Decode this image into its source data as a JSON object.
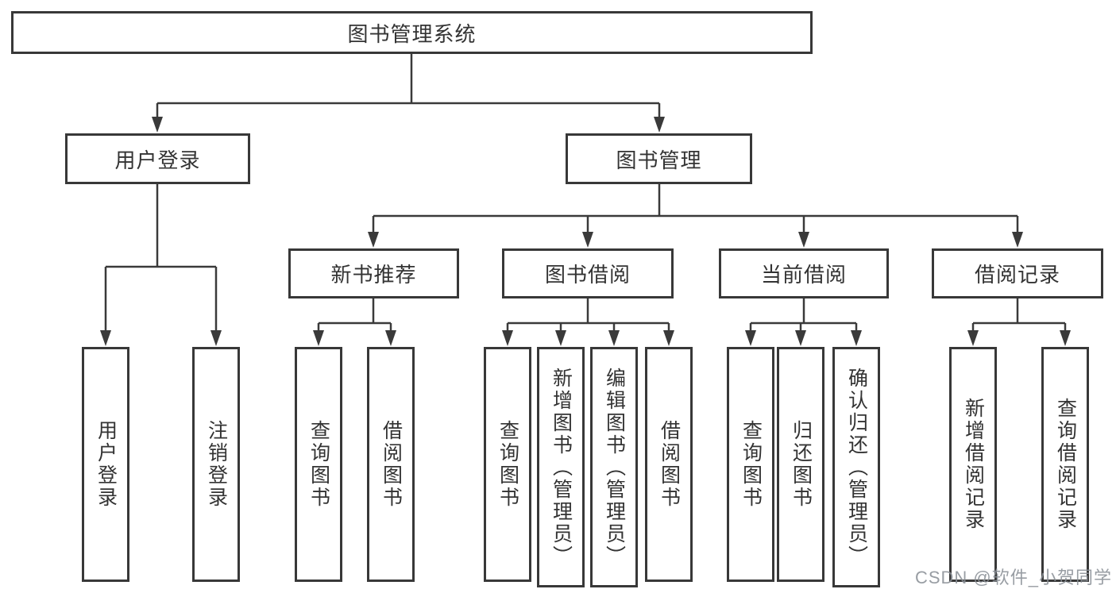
{
  "diagram": {
    "title": "图书管理系统",
    "tree": {
      "label": "图书管理系统",
      "children": [
        {
          "label": "用户登录",
          "children": [
            {
              "label": "用户登录"
            },
            {
              "label": "注销登录"
            }
          ]
        },
        {
          "label": "图书管理",
          "children": [
            {
              "label": "新书推荐",
              "children": [
                {
                  "label": "查询图书"
                },
                {
                  "label": "借阅图书"
                }
              ]
            },
            {
              "label": "图书借阅",
              "children": [
                {
                  "label": "查询图书"
                },
                {
                  "label": "新增图书（管理员）"
                },
                {
                  "label": "编辑图书（管理员）"
                },
                {
                  "label": "借阅图书"
                }
              ]
            },
            {
              "label": "当前借阅",
              "children": [
                {
                  "label": "查询图书"
                },
                {
                  "label": "归还图书"
                },
                {
                  "label": "确认归还（管理员）"
                }
              ]
            },
            {
              "label": "借阅记录",
              "children": [
                {
                  "label": "新增借阅记录"
                },
                {
                  "label": "查询借阅记录"
                }
              ]
            }
          ]
        }
      ]
    },
    "colors": {
      "line": "#3a3a3a",
      "text": "#333333",
      "box_background": "#ffffff",
      "watermark": "#8a9096"
    },
    "watermark": {
      "text": "CSDN @软件_小贺同学"
    }
  }
}
